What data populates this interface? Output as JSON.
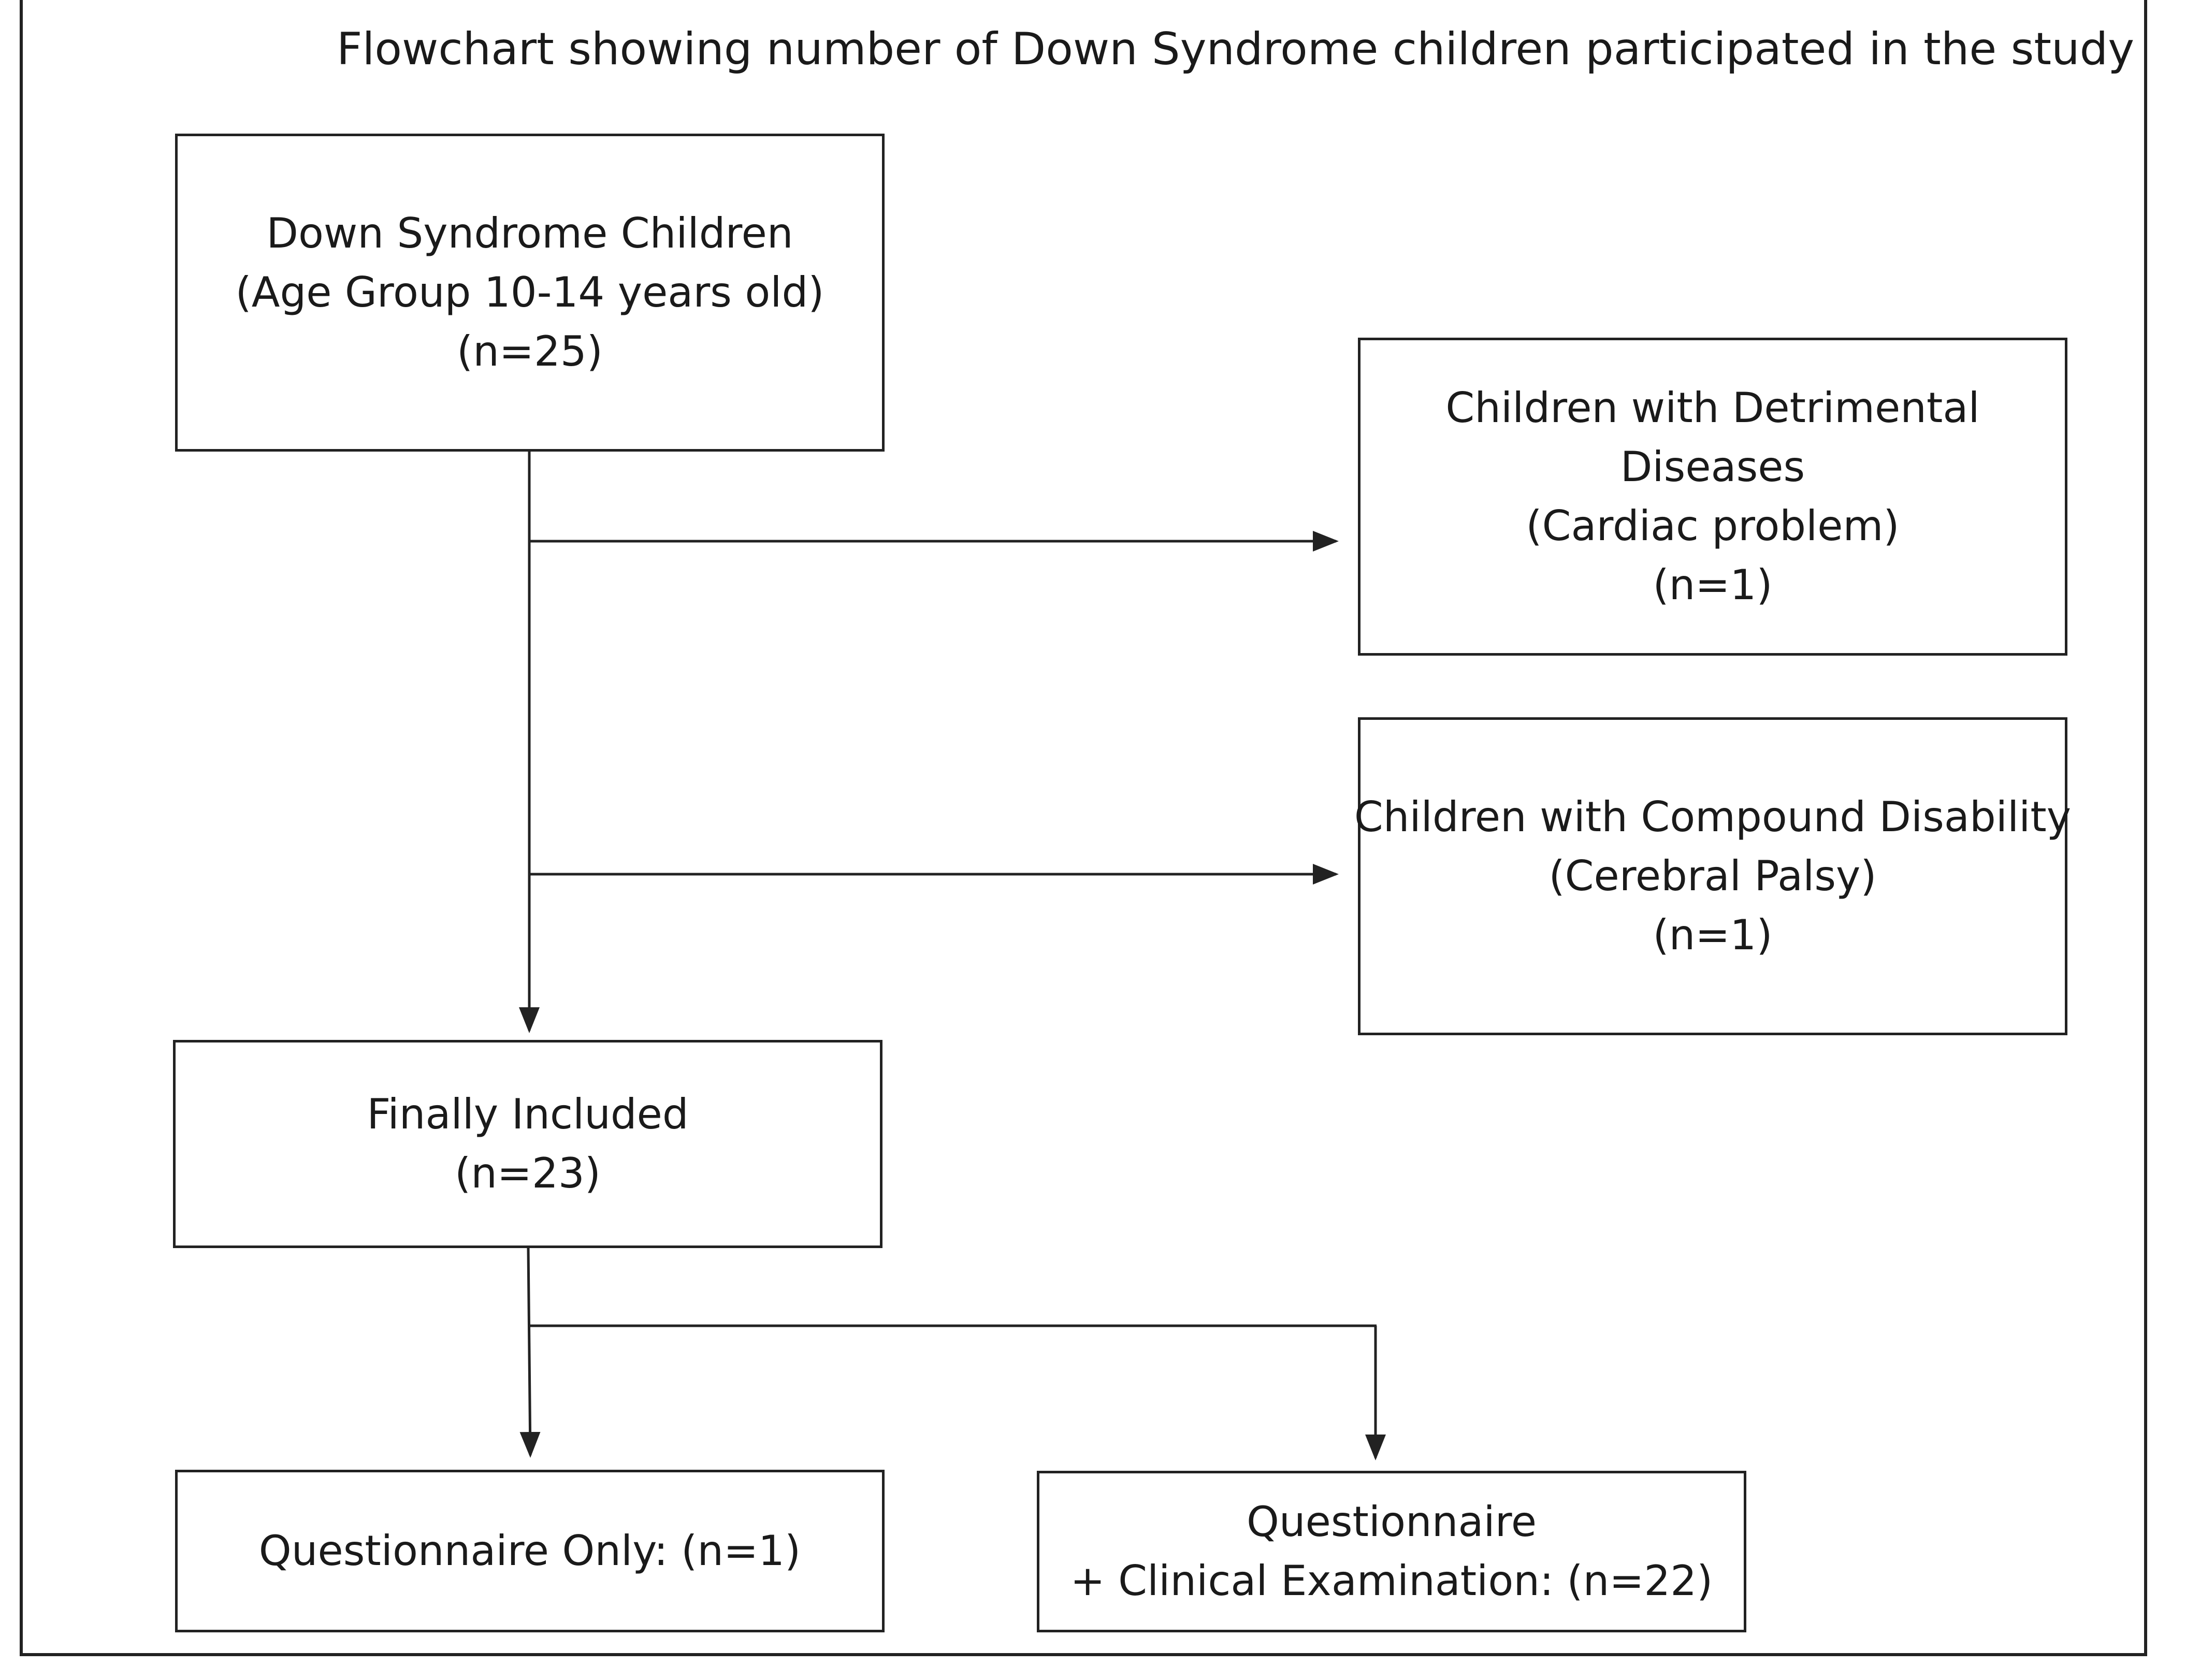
{
  "title": "Flowchart showing number of Down Syndrome children participated in the study",
  "boxes": {
    "start": {
      "line1": "Down Syndrome Children",
      "line2": "(Age Group 10-14 years old)",
      "line3": "(n=25)"
    },
    "excluded_disease": {
      "line1": "Children with Detrimental",
      "line2": "Diseases",
      "line3": "(Cardiac problem)",
      "line4": "(n=1)"
    },
    "excluded_disability": {
      "line1": "Children with Compound Disability",
      "line2": "(Cerebral Palsy)",
      "line3": "(n=1)"
    },
    "included": {
      "line1": "Finally Included",
      "line2": "(n=23)"
    },
    "questionnaire_only": {
      "line1": "Questionnaire Only: (n=1)"
    },
    "questionnaire_clinical": {
      "line1": "Questionnaire",
      "line2": "+ Clinical Examination: (n=22)"
    }
  }
}
